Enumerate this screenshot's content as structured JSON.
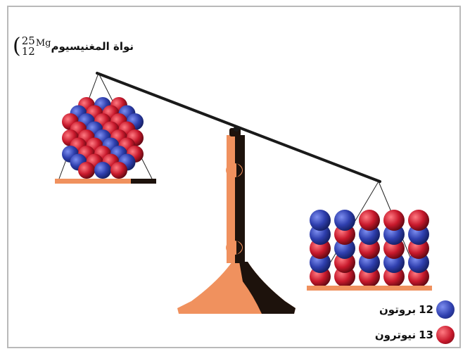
{
  "title": {
    "label": "نواة المغنيسيوم",
    "isotope": {
      "mass_number": "25",
      "atomic_number": "12",
      "symbol": "Mg"
    }
  },
  "legend": {
    "protons": {
      "count": "12",
      "label": "بروتون",
      "color": "#2f3fae"
    },
    "neutrons": {
      "count": "13",
      "label": "نيوترون",
      "color": "#c8192c"
    }
  },
  "colors": {
    "scale": "#f0915e",
    "shadow": "#1d120c",
    "beam": "#1a1a1a"
  }
}
